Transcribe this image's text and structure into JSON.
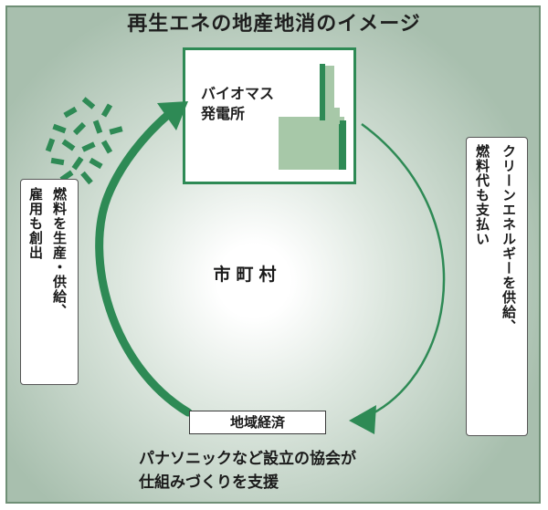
{
  "title": "再生エネの地産地消のイメージ",
  "plant": {
    "line1": "バイオマス",
    "line2": "発電所"
  },
  "center_label": "市町村",
  "economy_label": "地域経済",
  "left_note": {
    "col1": "燃料を生産・供給、",
    "col2": "雇用も創出"
  },
  "right_note": {
    "col1": "クリーンエネルギーを供給、",
    "col2": "燃料代も支払い"
  },
  "caption": {
    "line1": "パナソニックなど設立の協会が",
    "line2": "仕組みづくりを支援"
  },
  "icons": [
    "biomass-chip-icon",
    "power-plant-icon",
    "cycle-arrow-icon"
  ],
  "colors": {
    "accent": "#2e8a55",
    "frame": "#6f8f76",
    "plant_fill": "#a7c8a8"
  }
}
